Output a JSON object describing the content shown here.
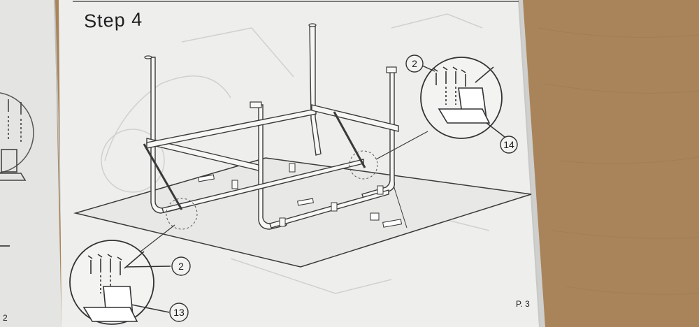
{
  "instruction_page": {
    "step_title": "Step 4",
    "page_number": "P. 3",
    "left_page_number": "2",
    "callouts": {
      "screw_top": "2",
      "bracket_top": "14",
      "screw_bottom": "2",
      "bracket_bottom": "13"
    }
  },
  "colors": {
    "table_surface": "#a9845a",
    "paper": "#eeeeec",
    "paper_shadow": "#cfcfcd",
    "line_art": "#3a3a3a",
    "faint_print": "#c9c9c9"
  }
}
